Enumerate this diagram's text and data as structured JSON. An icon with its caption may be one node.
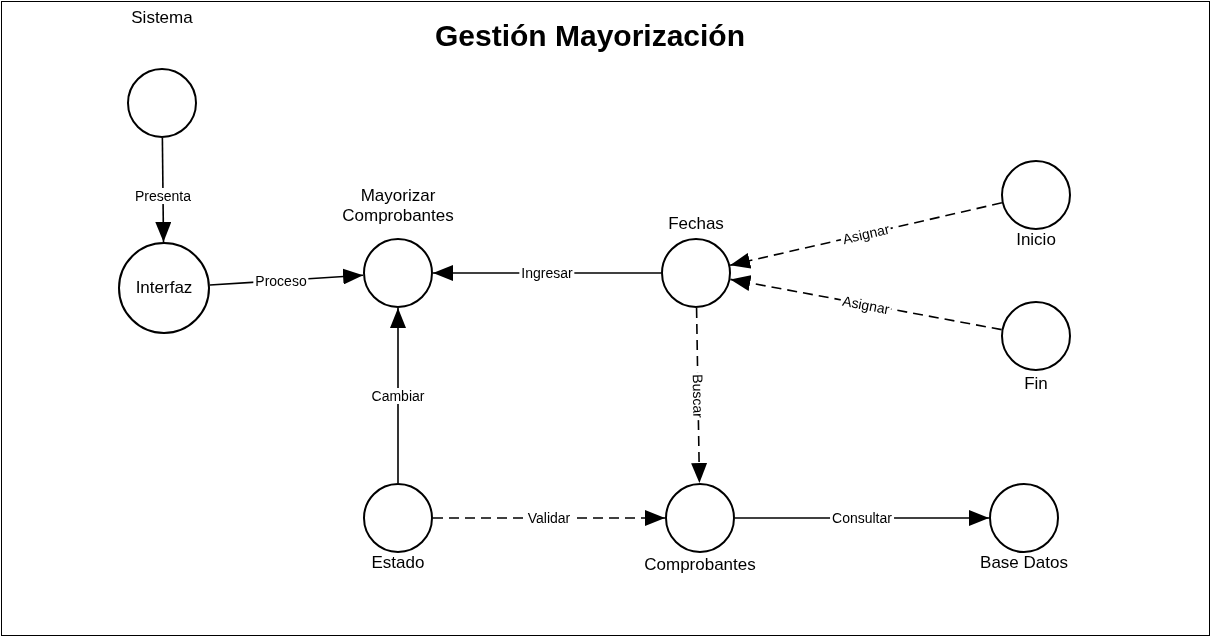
{
  "diagram": {
    "title": "Gestión Mayorización",
    "nodes": [
      {
        "text": [
          "Sistema"
        ]
      },
      {
        "text": [
          "Interfaz"
        ]
      },
      {
        "text": [
          "Mayorizar Comprobantes"
        ]
      },
      {
        "text": [
          "Fechas"
        ]
      },
      {
        "text": [
          "Inicio"
        ]
      },
      {
        "text": [
          "Fin"
        ]
      },
      {
        "text": [
          "Estado"
        ]
      },
      {
        "text": [
          "Comprobantes"
        ]
      },
      {
        "text": [
          "Base Datos"
        ]
      }
    ],
    "edges": [
      {
        "from": 0,
        "to": 1,
        "arrow": "to",
        "label": "Presenta"
      },
      {
        "from": 1,
        "to": 2,
        "arrow": "to",
        "label": "Proceso"
      },
      {
        "from": 3,
        "to": 2,
        "arrow": "to",
        "label": "Ingresar"
      },
      {
        "from": 4,
        "to": 3,
        "arrow": "to",
        "label": "Asignar",
        "style": "dashed"
      },
      {
        "from": 5,
        "to": 3,
        "arrow": "to",
        "label": "Asignar",
        "style": "dashed"
      },
      {
        "from": 3,
        "to": 7,
        "arrow": "to",
        "label": "Buscar",
        "style": "dashed"
      },
      {
        "from": 6,
        "to": 2,
        "arrow": "to",
        "label": "Cambiar"
      },
      {
        "from": 6,
        "to": 7,
        "arrow": "to",
        "label": "Validar",
        "style": "dashed"
      },
      {
        "from": 7,
        "to": 8,
        "arrow": "to",
        "label": "Consultar"
      }
    ]
  }
}
